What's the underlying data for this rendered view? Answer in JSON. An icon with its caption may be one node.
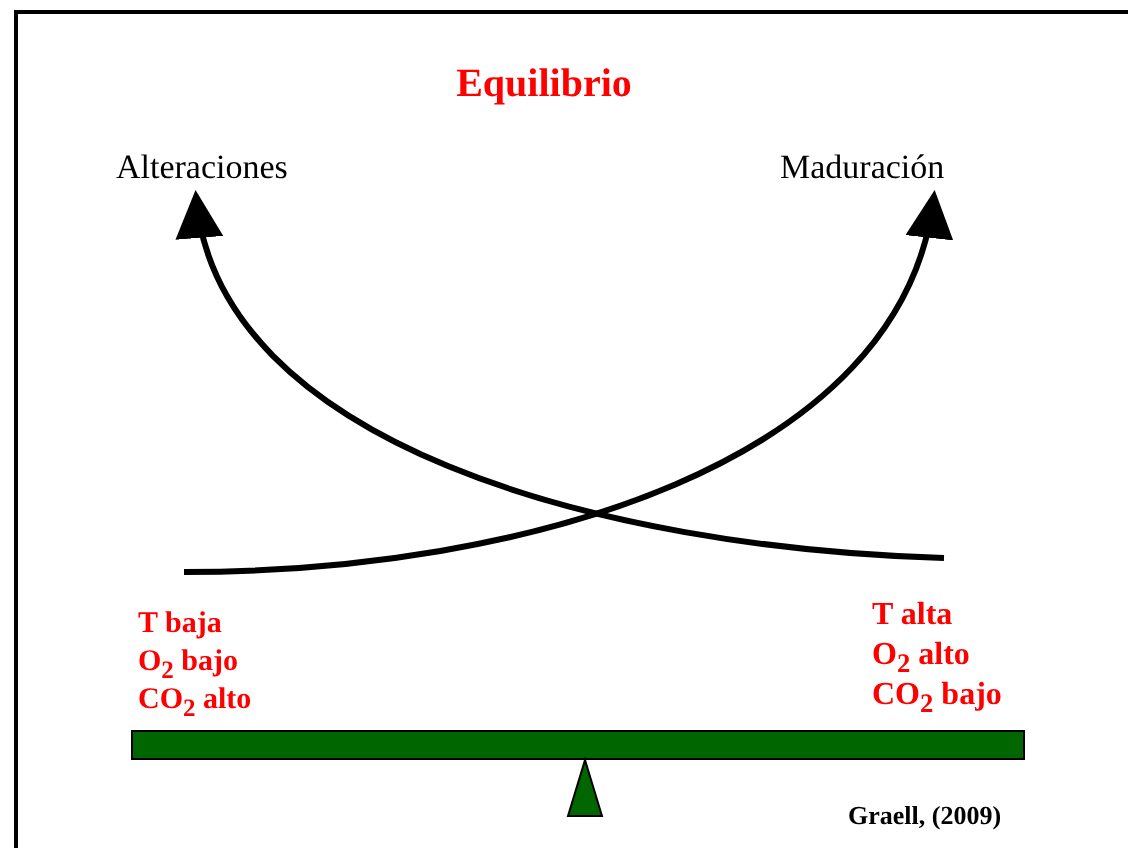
{
  "diagram": {
    "title": "Equilibrio",
    "nodes": [
      {
        "text": [
          "Alteraciones"
        ]
      },
      {
        "text": [
          "Maduración"
        ]
      }
    ],
    "edges": [
      {
        "from": null,
        "to": 0,
        "arrow": "to"
      },
      {
        "from": null,
        "to": 1,
        "arrow": "to"
      }
    ],
    "labels": [
      "T baja",
      "O$_{2}$ bajo",
      "CO$_{2}$ alto",
      "T alta",
      "O$_{2}$ alto",
      "CO$_{2}$ bajo",
      "Graell, (2009)"
    ]
  }
}
